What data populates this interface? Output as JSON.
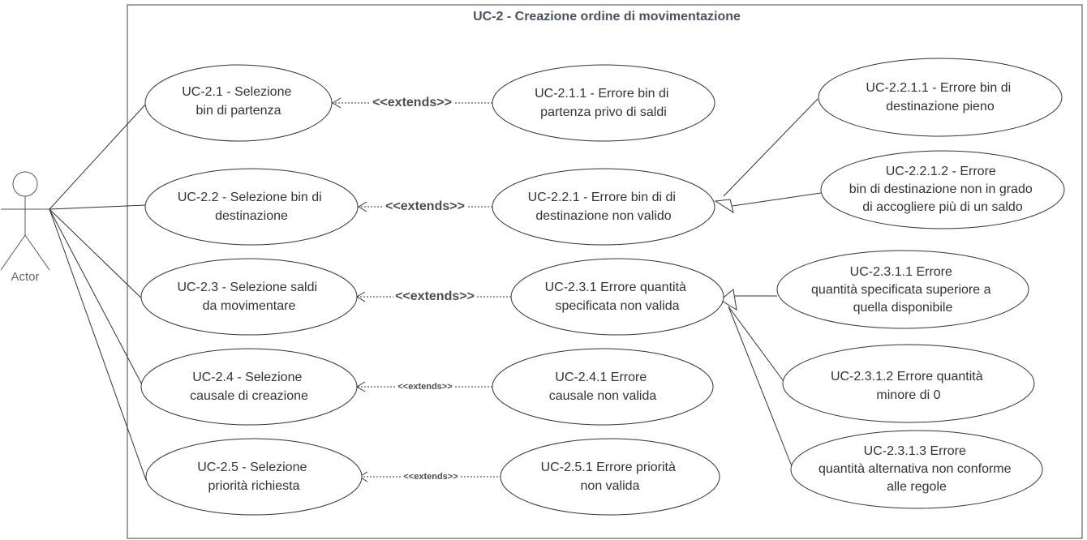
{
  "diagram": {
    "title": "UC-2 - Creazione ordine di movimentazione",
    "actor": {
      "label": "Actor"
    },
    "extends_label": "<<extends>>",
    "use_cases": {
      "uc_2_1": {
        "lines": [
          "UC-2.1 - Selezione",
          "bin di partenza"
        ]
      },
      "uc_2_2": {
        "lines": [
          "UC-2.2 - Selezione bin di",
          "destinazione"
        ]
      },
      "uc_2_3": {
        "lines": [
          "UC-2.3 - Selezione saldi",
          "da movimentare"
        ]
      },
      "uc_2_4": {
        "lines": [
          "UC-2.4 - Selezione",
          "causale di creazione"
        ]
      },
      "uc_2_5": {
        "lines": [
          "UC-2.5 - Selezione",
          "priorità richiesta"
        ]
      },
      "uc_2_1_1": {
        "lines": [
          "UC-2.1.1 - Errore  bin di",
          "partenza privo di saldi"
        ]
      },
      "uc_2_2_1": {
        "lines": [
          "UC-2.2.1 - Errore  bin di di",
          "destinazione non valido"
        ]
      },
      "uc_2_3_1": {
        "lines": [
          "UC-2.3.1 Errore quantità",
          "specificata non valida"
        ]
      },
      "uc_2_4_1": {
        "lines": [
          "UC-2.4.1 Errore",
          "causale non valida"
        ]
      },
      "uc_2_5_1": {
        "lines": [
          "UC-2.5.1 Errore priorità",
          "non valida"
        ]
      },
      "uc_2_2_1_1": {
        "lines": [
          "UC-2.2.1.1 - Errore bin di",
          "destinazione pieno"
        ]
      },
      "uc_2_2_1_2": {
        "lines": [
          "UC-2.2.1.2 - Errore",
          "bin di destinazione non in grado",
          "di accogliere più di un saldo"
        ]
      },
      "uc_2_3_1_1": {
        "lines": [
          "UC-2.3.1.1 Errore",
          "quantità specificata superiore a",
          "quella disponibile"
        ]
      },
      "uc_2_3_1_2": {
        "lines": [
          "UC-2.3.1.2 Errore quantità",
          "minore di 0"
        ]
      },
      "uc_2_3_1_3": {
        "lines": [
          "UC-2.3.1.3 Errore",
          "quantità alternativa non conforme",
          "alle regole"
        ]
      }
    },
    "colors": {
      "stroke": "#333333",
      "text": "#333333",
      "title": "#4a5363",
      "actor_label": "#666666",
      "extends_label": "#4d4d4d"
    }
  }
}
